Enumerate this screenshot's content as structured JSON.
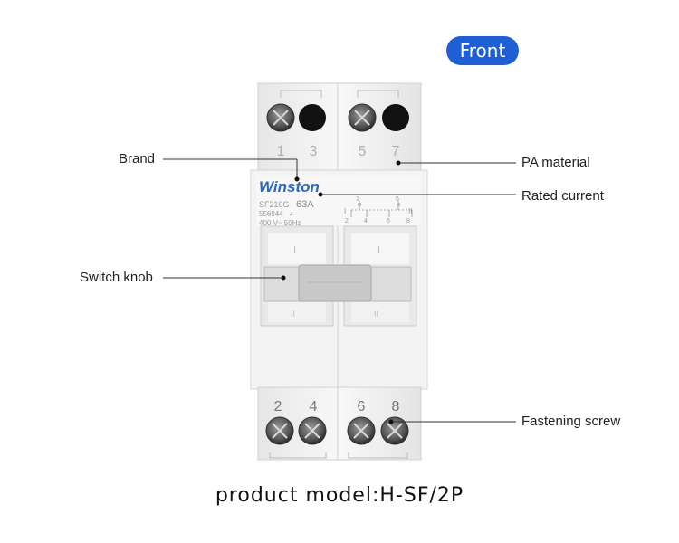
{
  "badge": {
    "label": "Front"
  },
  "device": {
    "brand_logo": "Winston",
    "model_code": "SF219G",
    "current_rating": "63A",
    "serial": "556944",
    "serial_suffix": "4",
    "rating_line": "400 V~  50Hz",
    "terminals_top": [
      "1",
      "3",
      "5",
      "7"
    ],
    "terminals_bottom": [
      "2",
      "4",
      "6",
      "8"
    ],
    "diagram": {
      "pos_left": "I",
      "pos_right": "II",
      "top_nums": [
        "1",
        "5"
      ],
      "bottom_nums": [
        "2",
        "4",
        "6",
        "8"
      ]
    },
    "knob_mark_top": "I",
    "knob_mark_bottom": "II"
  },
  "callouts": {
    "brand": "Brand",
    "switch_knob": "Switch knob",
    "pa_material": "PA material",
    "rated_current": "Rated current",
    "fastening_screw": "Fastening screw"
  },
  "footer": {
    "product_model": "product model:H-SF/2P"
  },
  "colors": {
    "badge_bg": "#1f5fd6",
    "logo": "#2a68c8"
  }
}
